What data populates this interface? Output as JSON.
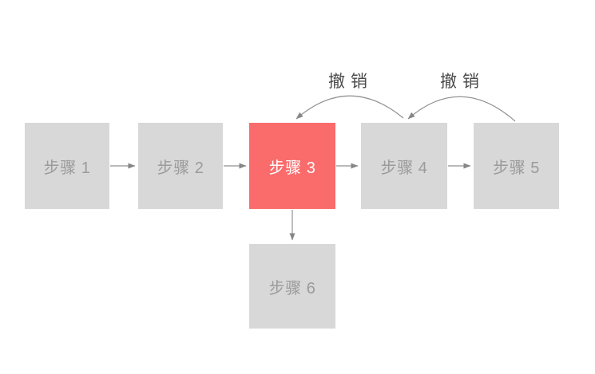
{
  "diagram": {
    "title": "step-flow-with-undo",
    "boxes": [
      {
        "id": "step-1",
        "label": "步骤 1",
        "highlighted": false
      },
      {
        "id": "step-2",
        "label": "步骤 2",
        "highlighted": false
      },
      {
        "id": "step-3",
        "label": "步骤 3",
        "highlighted": true
      },
      {
        "id": "step-4",
        "label": "步骤 4",
        "highlighted": false
      },
      {
        "id": "step-5",
        "label": "步骤 5",
        "highlighted": false
      },
      {
        "id": "step-6",
        "label": "步骤 6",
        "highlighted": false
      }
    ],
    "forward_arrows": [
      {
        "from": "step-1",
        "to": "step-2"
      },
      {
        "from": "step-2",
        "to": "step-3"
      },
      {
        "from": "step-3",
        "to": "step-4"
      },
      {
        "from": "step-4",
        "to": "step-5"
      },
      {
        "from": "step-3",
        "to": "step-6"
      }
    ],
    "undo_arrows": [
      {
        "from": "step-4",
        "to": "step-3",
        "label": "撤销"
      },
      {
        "from": "step-5",
        "to": "step-4",
        "label": "撤销"
      }
    ],
    "colors": {
      "background": "#ffffff",
      "box_fill": "#d8d8d8",
      "box_text": "#9b9b9b",
      "highlight_fill": "#fa6b6b",
      "highlight_text": "#ffffff",
      "arrow_stroke": "#919191",
      "arrowhead_fill": "#868686",
      "undo_label_text": "#4a4a4a"
    }
  }
}
